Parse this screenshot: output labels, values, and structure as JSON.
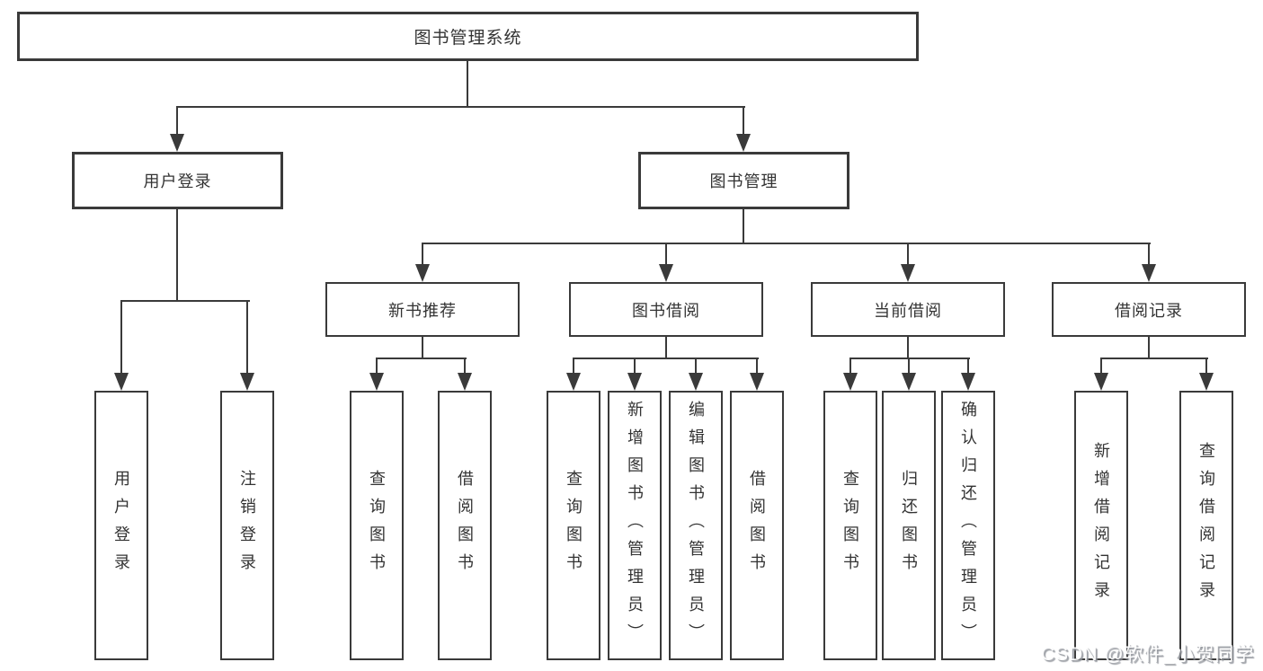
{
  "diagram": {
    "root": {
      "label": "图书管理系统"
    },
    "branches": [
      {
        "label": "用户登录",
        "children": [
          {
            "label": "用户登录"
          },
          {
            "label": "注销登录"
          }
        ]
      },
      {
        "label": "图书管理",
        "groups": [
          {
            "label": "新书推荐",
            "children": [
              {
                "label": "查询图书"
              },
              {
                "label": "借阅图书"
              }
            ]
          },
          {
            "label": "图书借阅",
            "children": [
              {
                "label": "查询图书"
              },
              {
                "label": "新增图书（管理员）"
              },
              {
                "label": "编辑图书（管理员）"
              },
              {
                "label": "借阅图书"
              }
            ]
          },
          {
            "label": "当前借阅",
            "children": [
              {
                "label": "查询图书"
              },
              {
                "label": "归还图书"
              },
              {
                "label": "确认归还（管理员）"
              }
            ]
          },
          {
            "label": "借阅记录",
            "children": [
              {
                "label": "新增借阅记录"
              },
              {
                "label": "查询借阅记录"
              }
            ]
          }
        ]
      }
    ]
  },
  "watermark": {
    "text": "CSDN @软件_小贺同学"
  },
  "colors": {
    "line": "#3a3a3a",
    "text": "#333333",
    "background": "#ffffff",
    "watermark_shadow": "#91959b"
  }
}
